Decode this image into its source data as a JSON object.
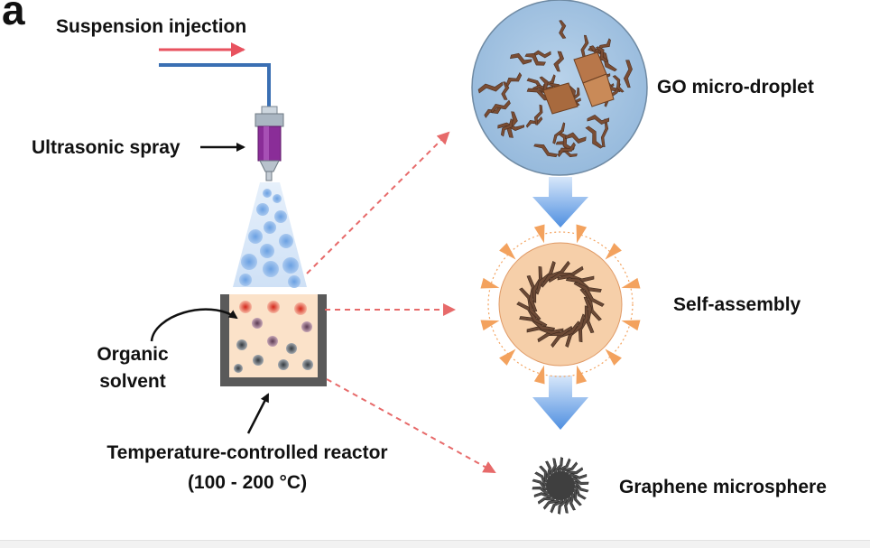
{
  "figure": {
    "panel_letter": "a",
    "labels": {
      "suspension_injection": "Suspension injection",
      "ultrasonic_spray": "Ultrasonic spray",
      "organic_solvent_line1": "Organic",
      "organic_solvent_line2": "solvent",
      "reactor_line1": "Temperature-controlled reactor",
      "reactor_line2": "(100 - 200 °C)",
      "go_droplet": "GO micro-droplet",
      "self_assembly": "Self-assembly",
      "graphene_microsphere": "Graphene microsphere"
    },
    "colors": {
      "injection_arrow": "#e8525f",
      "tubing": "#3a6fb3",
      "nozzle": "#8a2d98",
      "spray_droplet": "#6aa0e2",
      "solvent_fill": "#fbe2c9",
      "reactor_wall": "#5a5a5a",
      "dashed_arrow": "#e76a6a",
      "flow_arrow": "#4f8fe0",
      "go_droplet_fill": "#a6c6e2",
      "assembly_fill": "#f6cfa9",
      "assembly_arrows": "#f3a25e",
      "go_flake": "#7a4d34",
      "microsphere": "#4f4f4f"
    }
  }
}
